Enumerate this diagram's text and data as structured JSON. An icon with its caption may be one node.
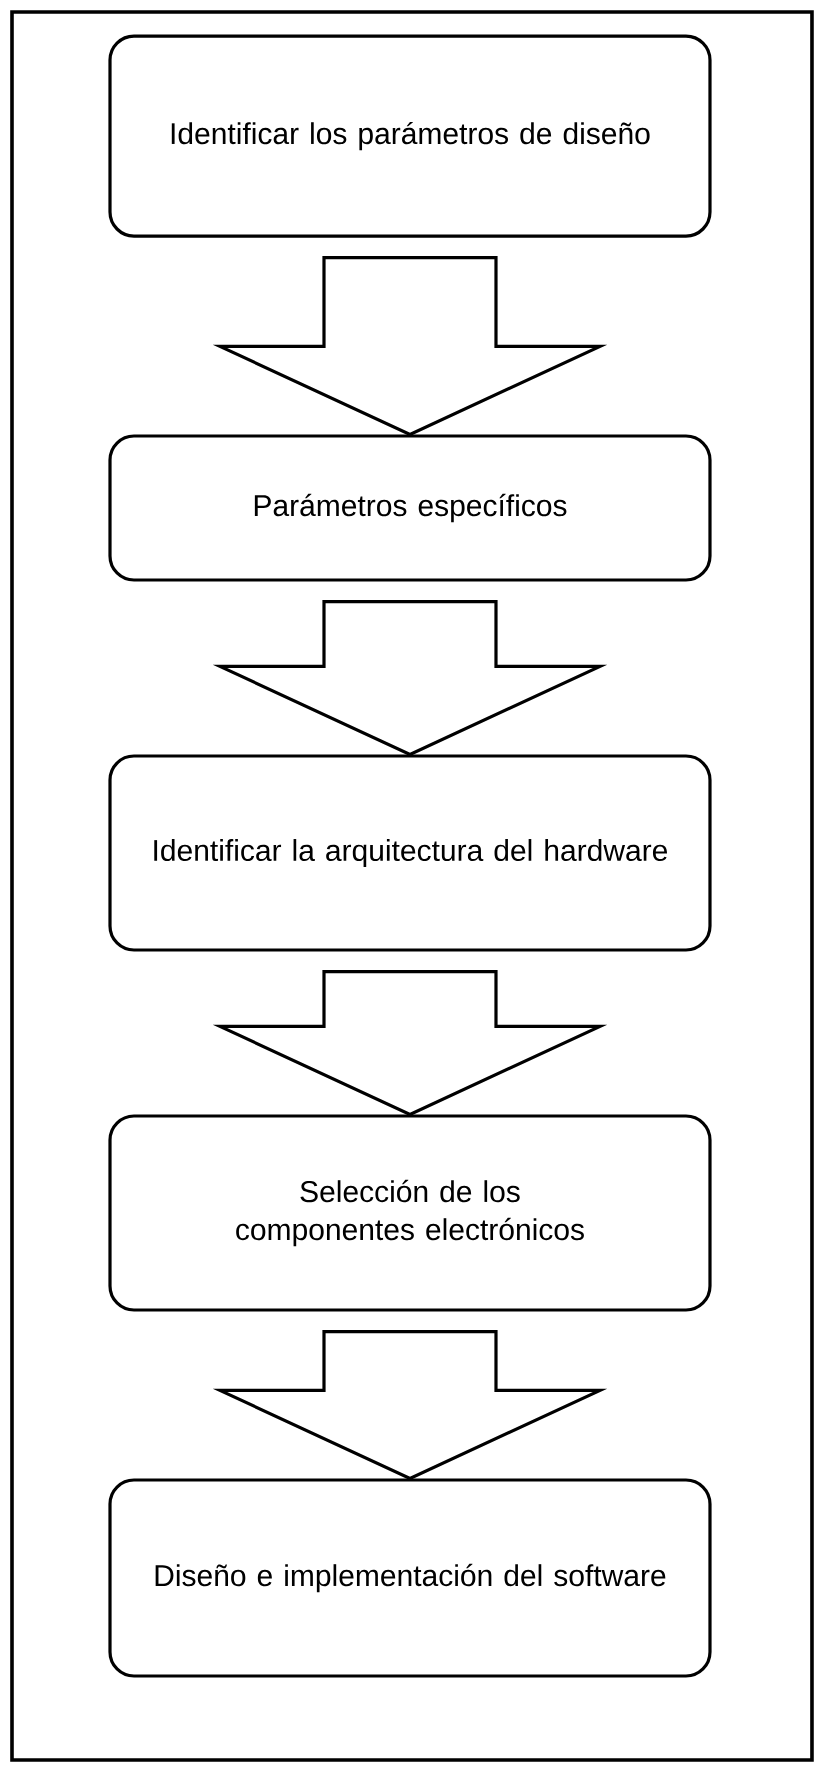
{
  "diagram": {
    "nodes": [
      {
        "text": [
          "Identificar los parámetros de diseño"
        ]
      },
      {
        "text": [
          "Parámetros específicos"
        ]
      },
      {
        "text": [
          "Identificar la arquitectura del hardware"
        ]
      },
      {
        "text": [
          "Selección de los componentes electrónicos"
        ]
      },
      {
        "text": [
          "Diseño e implementación del software"
        ]
      }
    ],
    "edges": [
      {
        "from": 0,
        "to": 1,
        "arrow": "to"
      },
      {
        "from": 1,
        "to": 2,
        "arrow": "to"
      },
      {
        "from": 2,
        "to": 3,
        "arrow": "to"
      },
      {
        "from": 3,
        "to": 4,
        "arrow": "to"
      }
    ]
  }
}
